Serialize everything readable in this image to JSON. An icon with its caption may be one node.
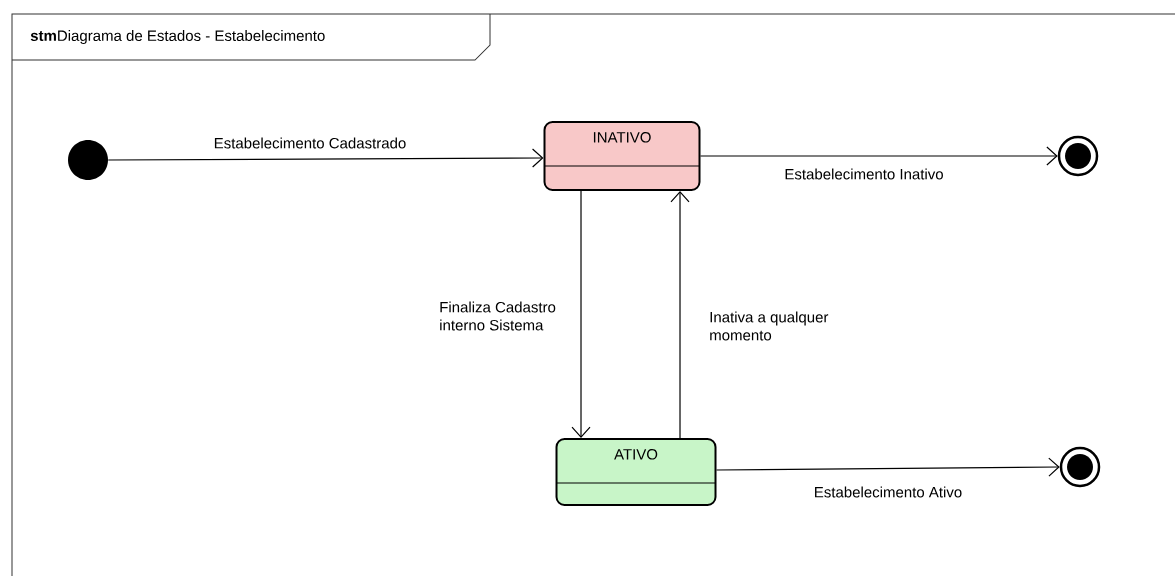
{
  "diagram": {
    "title": "**stm**Diagrama de Estados - Estabelecimento",
    "nodes": [
      {
        "text": [],
        "shape": "circle"
      },
      {
        "text": [
          "INATIVO"
        ]
      },
      {
        "text": [
          "ATIVO"
        ]
      },
      {
        "text": [],
        "shape": "circle"
      },
      {
        "text": [],
        "shape": "circle"
      }
    ],
    "edges": [
      {
        "from": 0,
        "to": 1,
        "arrow": "to",
        "label": "Estabelecimento Cadastrado"
      },
      {
        "from": 1,
        "to": 3,
        "arrow": "to",
        "label": "Estabelecimento Inativo"
      },
      {
        "from": 1,
        "to": 2,
        "arrow": "to",
        "label": "Finaliza Cadastro interno Sistema"
      },
      {
        "from": 2,
        "to": 1,
        "arrow": "to",
        "label": "Inativa a qualquer momento"
      },
      {
        "from": 2,
        "to": 4,
        "arrow": "to",
        "label": "Estabelecimento Ativo"
      }
    ]
  }
}
